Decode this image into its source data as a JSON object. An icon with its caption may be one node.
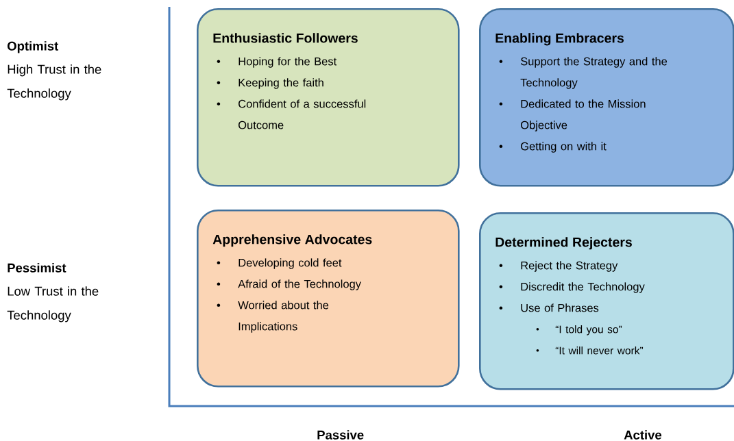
{
  "diagram": {
    "nodes": [
      {
        "text": [
          "Enthusiastic Followers",
          "Hoping for the Best",
          "Keeping the faith",
          "Confident of a successful Outcome"
        ]
      },
      {
        "text": [
          "Enabling Embracers",
          "Support the Strategy and the Technology",
          "Dedicated to the Mission Objective",
          "Getting on with it"
        ]
      },
      {
        "text": [
          "Apprehensive Advocates",
          "Developing cold feet",
          "Afraid of the Technology",
          "Worried about the Implications"
        ]
      },
      {
        "text": [
          "Determined Rejecters",
          "Reject the Strategy",
          "Discredit the Technology",
          "Use of Phrases",
          "“I told you so”",
          "“It will never work”"
        ]
      }
    ],
    "labels": [
      "Optimist",
      "High Trust in the Technology",
      "Pessimist",
      "Low Trust in the Technology",
      "Passive",
      "Active"
    ]
  }
}
